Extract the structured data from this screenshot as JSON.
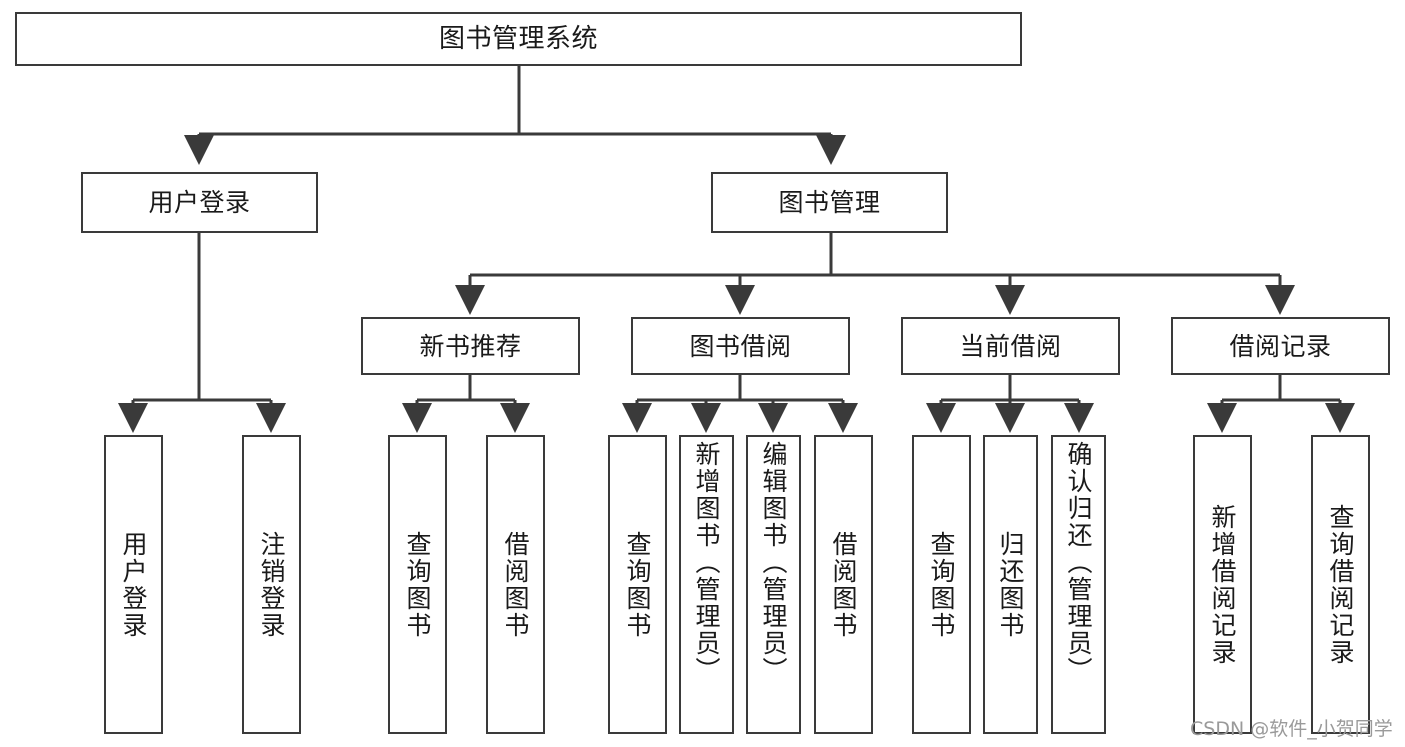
{
  "diagram": {
    "title": "图书管理系统",
    "type": "tree-hierarchy",
    "watermark": "CSDN @软件_小贺同学",
    "colors": {
      "background": "#ffffff",
      "border": "#3a3a3a",
      "text": "#1a1a1a",
      "watermark": "#9a9a9a"
    },
    "nodes": {
      "root": {
        "label": "图书管理系统"
      },
      "level2": [
        {
          "id": "user-login",
          "label": "用户登录"
        },
        {
          "id": "book-manage",
          "label": "图书管理"
        }
      ],
      "level3": [
        {
          "id": "new-book-recommend",
          "label": "新书推荐"
        },
        {
          "id": "book-borrow",
          "label": "图书借阅"
        },
        {
          "id": "current-borrow",
          "label": "当前借阅"
        },
        {
          "id": "borrow-record",
          "label": "借阅记录"
        }
      ],
      "leaves": {
        "user_login": [
          {
            "id": "leaf-user-login",
            "label": "用户登录"
          },
          {
            "id": "leaf-logout-login",
            "label": "注销登录"
          }
        ],
        "new_book_recommend": [
          {
            "id": "leaf-query-book-1",
            "label": "查询图书"
          },
          {
            "id": "leaf-borrow-book-1",
            "label": "借阅图书"
          }
        ],
        "book_borrow": [
          {
            "id": "leaf-query-book-2",
            "label": "查询图书"
          },
          {
            "id": "leaf-add-book",
            "label": "新增图书（管理员）"
          },
          {
            "id": "leaf-edit-book",
            "label": "编辑图书（管理员）"
          },
          {
            "id": "leaf-borrow-book-2",
            "label": "借阅图书"
          }
        ],
        "current_borrow": [
          {
            "id": "leaf-query-book-3",
            "label": "查询图书"
          },
          {
            "id": "leaf-return-book",
            "label": "归还图书"
          },
          {
            "id": "leaf-confirm-return",
            "label": "确认归还（管理员）"
          }
        ],
        "borrow_record": [
          {
            "id": "leaf-add-record",
            "label": "新增借阅记录"
          },
          {
            "id": "leaf-query-record",
            "label": "查询借阅记录"
          }
        ]
      }
    }
  }
}
